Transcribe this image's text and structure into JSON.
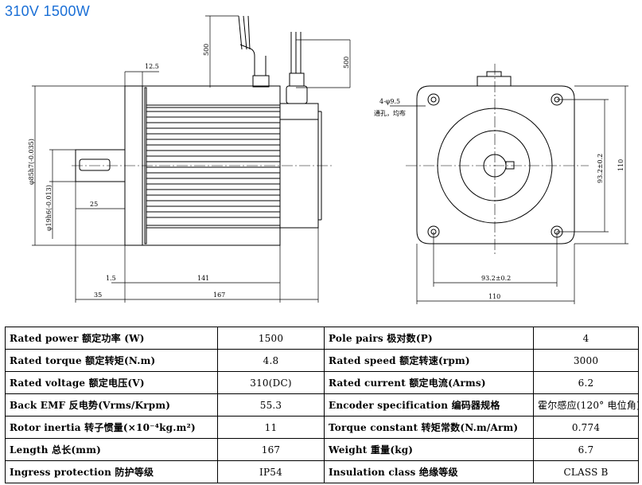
{
  "title": "310V  1500W",
  "drawing": {
    "side_dims": {
      "lead_top": "500",
      "lead_right": "500",
      "d_12_5": "12.5",
      "shaft_dia": "φ85h7(-0.035)",
      "key_dia": "φ19h6(-0.013)",
      "key_len": "25",
      "flange": "1.5",
      "body": "141",
      "shaft_len": "35",
      "total": "167"
    },
    "front_dims": {
      "holes": "4-φ9.5",
      "holes_note": "通孔，均布",
      "pcd_v": "93.2±0.2",
      "size_v": "110",
      "pcd_h": "93.2±0.2",
      "size_h": "110"
    }
  },
  "spec_table": {
    "rows": [
      {
        "label1": "Rated power 额定功率 (W)",
        "value1": "1500",
        "label2": "Pole pairs  极对数(P)",
        "value2": "4"
      },
      {
        "label1": "Rated torque 额定转矩(N.m)",
        "value1": "4.8",
        "label2": "Rated speed 额定转速(rpm)",
        "value2": "3000"
      },
      {
        "label1": "Rated voltage 额定电压(V)",
        "value1": "310(DC)",
        "label2": "Rated current 额定电流(Arms)",
        "value2": "6.2"
      },
      {
        "label1": "Back EMF 反电势(Vrms/Krpm)",
        "value1": "55.3",
        "label2": "Encoder specification 编码器规格",
        "value2": "霍尔感应(120° 电位角)"
      },
      {
        "label1": "Rotor inertia 转子惯量(×10⁻⁴kg.m²)",
        "value1": "11",
        "label2": "Torque constant 转矩常数(N.m/Arm)",
        "value2": "0.774"
      },
      {
        "label1": "Length 总长(mm)",
        "value1": "167",
        "label2": "Weight 重量(kg)",
        "value2": "6.7"
      },
      {
        "label1": "Ingress protection 防护等级",
        "value1": "IP54",
        "label2": "Insulation class 绝缘等级",
        "value2": "CLASS B"
      }
    ]
  }
}
